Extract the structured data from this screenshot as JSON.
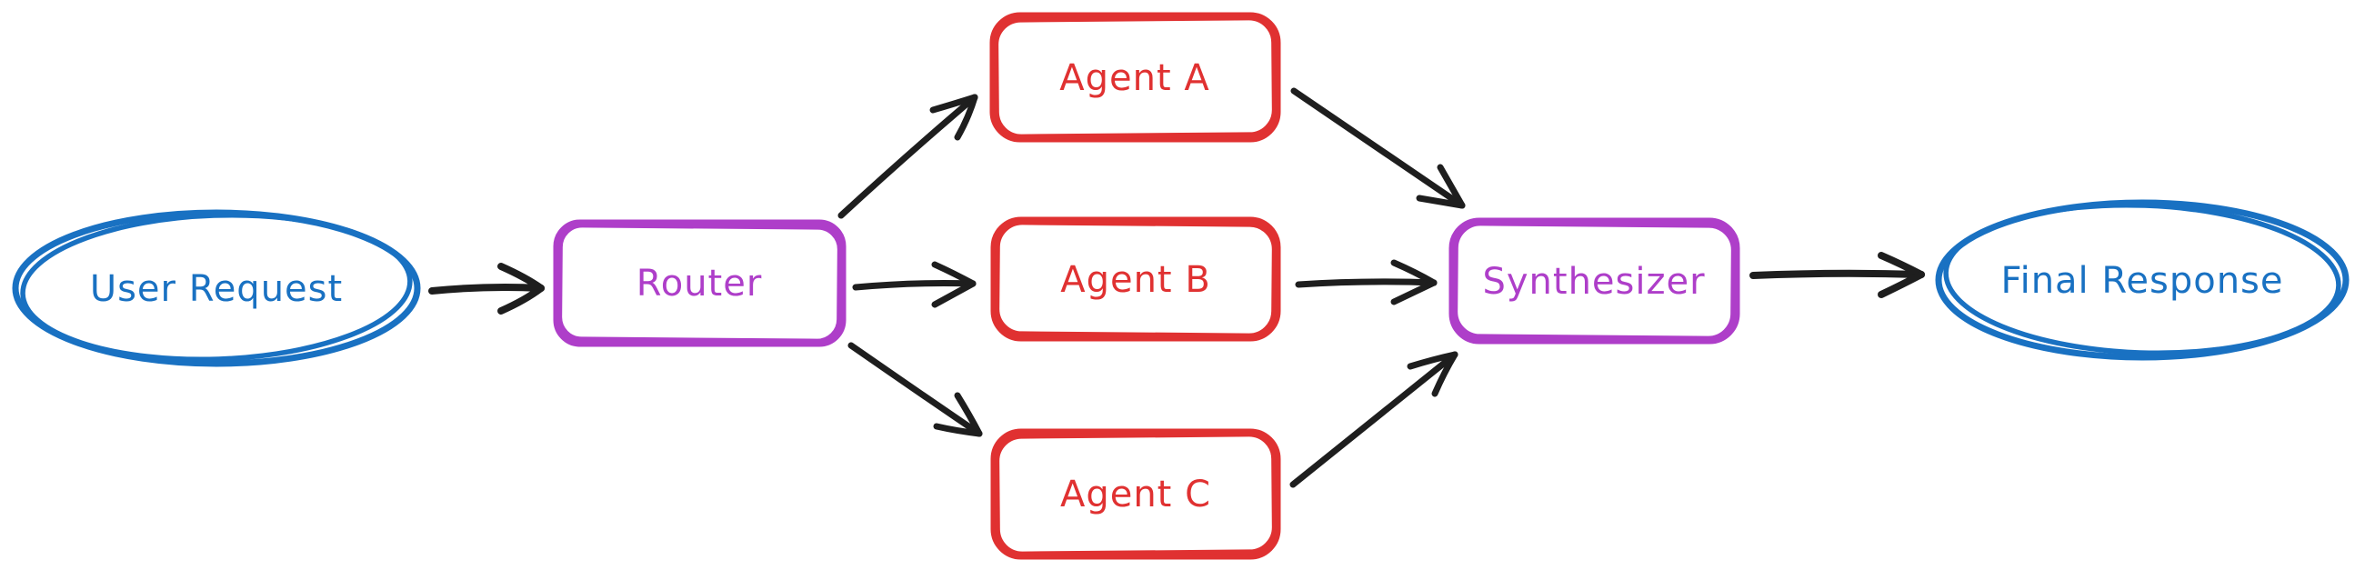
{
  "diagram": {
    "type": "flowchart",
    "background": "#ffffff",
    "nodes": {
      "user_request": {
        "label": "User Request",
        "shape": "ellipse",
        "color": "#1971c2"
      },
      "router": {
        "label": "Router",
        "shape": "rounded-rectangle",
        "color": "#ae3ec9"
      },
      "agent_a": {
        "label": "Agent A",
        "shape": "rounded-rectangle",
        "color": "#e03131"
      },
      "agent_b": {
        "label": "Agent B",
        "shape": "rounded-rectangle",
        "color": "#e03131"
      },
      "agent_c": {
        "label": "Agent C",
        "shape": "rounded-rectangle",
        "color": "#e03131"
      },
      "synthesizer": {
        "label": "Synthesizer",
        "shape": "rounded-rectangle",
        "color": "#ae3ec9"
      },
      "final_response": {
        "label": "Final Response",
        "shape": "ellipse",
        "color": "#1971c2"
      }
    },
    "edges": [
      {
        "from": "User Request",
        "to": "Router"
      },
      {
        "from": "Router",
        "to": "Agent A"
      },
      {
        "from": "Router",
        "to": "Agent B"
      },
      {
        "from": "Router",
        "to": "Agent C"
      },
      {
        "from": "Agent A",
        "to": "Synthesizer"
      },
      {
        "from": "Agent B",
        "to": "Synthesizer"
      },
      {
        "from": "Agent C",
        "to": "Synthesizer"
      },
      {
        "from": "Synthesizer",
        "to": "Final Response"
      }
    ],
    "colors": {
      "node_blue": "#1971c2",
      "node_purple": "#ae3ec9",
      "node_red": "#e03131",
      "arrow": "#1e1e1e",
      "background": "#ffffff"
    }
  }
}
